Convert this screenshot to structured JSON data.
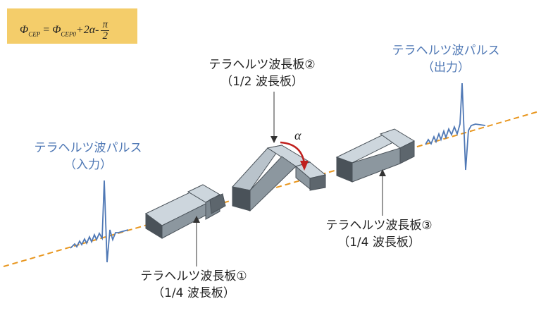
{
  "formula": {
    "lhs": "Φ",
    "lhs_sub": "CEP",
    "eq": " = ",
    "rhs": "Φ",
    "rhs_sub": "CEP0",
    "tail": "+2α-",
    "frac_num": "π",
    "frac_den": "2"
  },
  "labels": {
    "input_line1": "テラヘルツ波パルス",
    "input_line2": "（入力）",
    "output_line1": "テラヘルツ波パルス",
    "output_line2": "（出力）",
    "plate1_line1": "テラヘルツ波長板①",
    "plate1_line2": "（1/4 波長板）",
    "plate2_line1": "テラヘルツ波長板②",
    "plate2_line2": "（1/2 波長板）",
    "plate3_line1": "テラヘルツ波長板③",
    "plate3_line2": "（1/4 波長板）",
    "angle": "α"
  },
  "colors": {
    "beam": "#e8961e",
    "pulse": "#4f78b5",
    "rotation_arrow": "#c0201e",
    "plate_top": "#cdd6dd",
    "plate_side": "#8c979f",
    "plate_dark": "#4a5259",
    "formula_bg": "#f4cd6a"
  }
}
